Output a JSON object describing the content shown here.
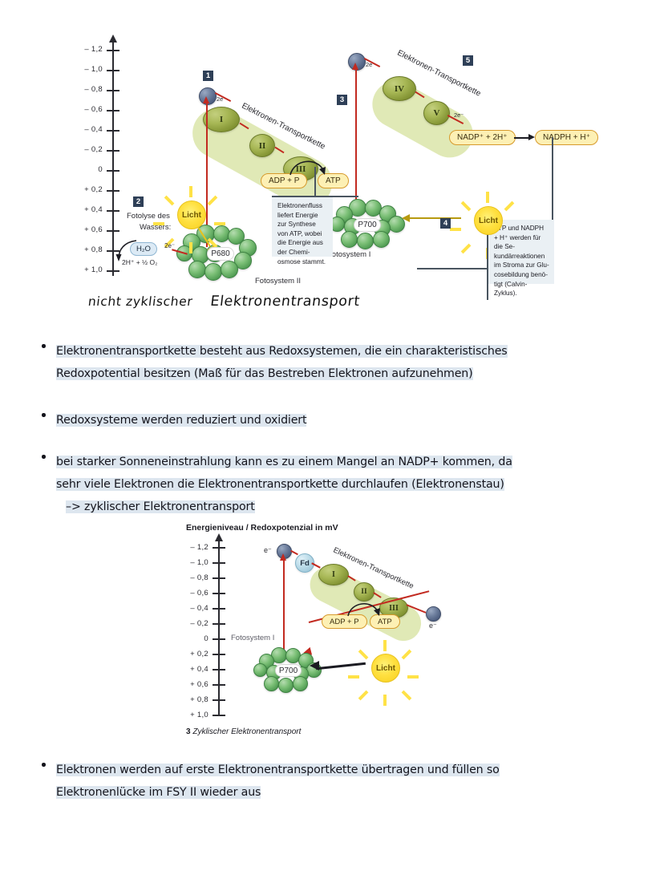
{
  "document": {
    "type": "biology study notes page",
    "language": "de"
  },
  "figure1": {
    "name": "Nicht zyklischer Elektronentransport",
    "axis": {
      "ticks": [
        "– 1,2",
        "– 1,0",
        "– 0,8",
        "– 0,6",
        "– 0,4",
        "– 0,2",
        "0",
        "+ 0,2",
        "+ 0,4",
        "+ 0,6",
        "+ 0,8",
        "+ 1,0"
      ],
      "unit": "mV"
    },
    "markers": [
      "1",
      "2",
      "3",
      "4",
      "5"
    ],
    "chain1": {
      "label": "Elektronen-Transportkette",
      "complexes": [
        "I",
        "II",
        "III"
      ]
    },
    "chain2": {
      "label": "Elektronen-Transportkette",
      "complexes": [
        "IV",
        "V"
      ]
    },
    "photosystem2": {
      "core": "P680",
      "label": "Fotosystem II"
    },
    "photosystem1": {
      "core": "P700",
      "label": "Fotosystem I"
    },
    "photolysis": {
      "title_line1": "Fotolyse des",
      "title_line2": "Wassers:",
      "reactant": "H₂O",
      "products": "2H⁺ + ½ O₂",
      "electrons": "2e⁻"
    },
    "atp": {
      "from": "ADP + P",
      "to": "ATP"
    },
    "nadp": {
      "from": "NADP⁺ + 2H⁺",
      "to": "NADPH + H⁺"
    },
    "electron_labels": [
      "2e⁻",
      "2e⁻",
      "2e⁻"
    ],
    "light_label": "Licht",
    "note_left": "Elektronenfluss liefert Energie zur Synthese von ATP, wobei die Energie aus der Chemi-osmose stammt.",
    "note_right": "ATP und NADPH + H⁺ werden für die Se-kundärreaktionen im Stroma zur Glu-cosebildung benö-tigt (Calvin-Zyklus)."
  },
  "handwritten_caption": {
    "part1": "nicht zyklischer",
    "part2": "Elektronentransport"
  },
  "bullets": [
    {
      "id": "bullet-1",
      "lines": [
        "Elektronentransportkette besteht aus Redoxsystemen, die ein charakteristisches",
        "Redoxpotential besitzen (Maß für das Bestreben Elektronen aufzunehmen)"
      ]
    },
    {
      "id": "bullet-2",
      "lines": [
        "Redoxsysteme werden reduziert und oxidiert"
      ]
    },
    {
      "id": "bullet-3",
      "lines": [
        "bei starker Sonneneinstrahlung kann es zu einem Mangel an NADP+ kommen, da",
        "sehr viele Elektronen die Elektronentransportkette durchlaufen (Elektronenstau)",
        "–> zyklischer Elektronentransport"
      ]
    },
    {
      "id": "bullet-4",
      "lines": [
        "Elektronen werden auf erste Elektronentransportkette übertragen und füllen so",
        "Elektronenlücke im FSY II wieder aus"
      ]
    }
  ],
  "figure2": {
    "title": "Energieniveau / Redoxpotenzial in mV",
    "caption_number": "3",
    "caption_text": "Zyklischer Elektronentransport",
    "axis": {
      "ticks": [
        "– 1,2",
        "– 1,0",
        "– 0,8",
        "– 0,6",
        "– 0,4",
        "– 0,2",
        "0",
        "+ 0,2",
        "+ 0,4",
        "+ 0,6",
        "+ 0,8",
        "+ 1,0"
      ],
      "unit": "mV"
    },
    "electron_left": "e⁻",
    "electron_right": "e⁻",
    "ferredoxin": "Fd",
    "chain": {
      "label": "Elektronen-Transportkette",
      "complexes": [
        "I",
        "II",
        "III"
      ]
    },
    "atp": {
      "from": "ADP + P",
      "to": "ATP"
    },
    "photosystem1": {
      "core": "P700",
      "label": "Fotosystem I"
    },
    "light_label": "Licht"
  },
  "colors": {
    "complex_green": "#8a9a3c",
    "chain_band": "#d4e09a",
    "photosystem_green": "#5aa35c",
    "electron_sphere": "#5a6b8c",
    "ferredoxin_blue": "#a9d0e0",
    "badge_fill": "#fdf0b4",
    "badge_border": "#d79a2c",
    "arrow_red": "#c22a20",
    "sun_yellow": "#ffe040",
    "note_bg": "#eaf0f4",
    "marker_box": "#2e3f57",
    "highlight": "#dde6ef",
    "text": "#14141c"
  }
}
